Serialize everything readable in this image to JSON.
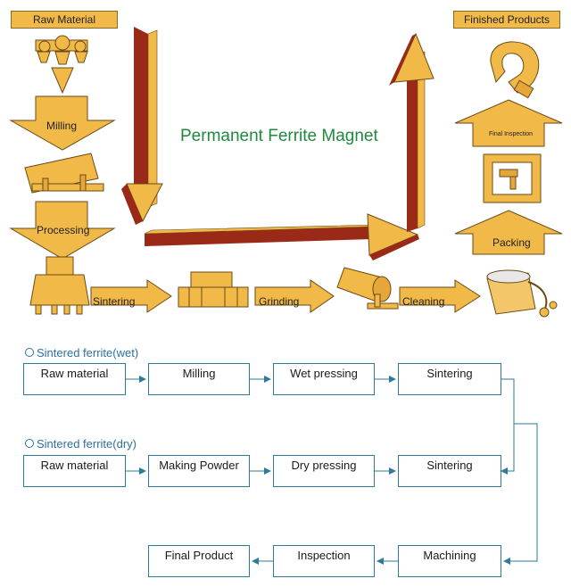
{
  "illustration": {
    "title": "Permanent Ferrite Magnet",
    "raw_material": "Raw Material",
    "finished_products": "Finished Products",
    "milling": "Milling",
    "processing": "Processing",
    "sintering": "Sintering",
    "grinding": "Grinding",
    "cleaning": "Cleaning",
    "final_inspection": "Final Inspection",
    "packing": "Packing",
    "colors": {
      "gold": "#f1b948",
      "dark_red": "#9a2a17",
      "title_green": "#1f8a3c",
      "flow_blue": "#2e7a99"
    }
  },
  "wet_process": {
    "label": "Sintered ferrite(wet)",
    "steps": [
      "Raw material",
      "Milling",
      "Wet pressing",
      "Sintering"
    ]
  },
  "dry_process": {
    "label": "Sintered ferrite(dry)",
    "steps": [
      "Raw material",
      "Making Powder",
      "Dry pressing",
      "Sintering"
    ]
  },
  "final_process": {
    "steps": [
      "Machining",
      "Inspection",
      "Final Product"
    ]
  }
}
